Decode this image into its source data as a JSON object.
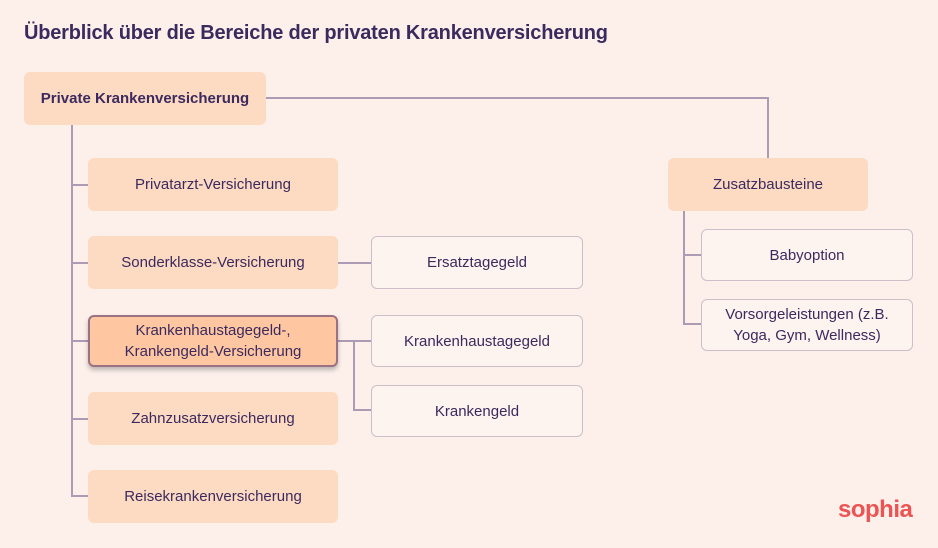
{
  "title": "Überblick über die Bereiche der privaten Krankenversicherung",
  "root": "Private Krankenversicherung",
  "left": [
    "Privatarzt-Versicherung",
    "Sonderklasse-Versicherung",
    "Krankenhaustagegeld-, Krankengeld-Versicherung",
    "Zahnzusatzversicherung",
    "Reisekrankenversicherung"
  ],
  "sub": {
    "ersatz": "Ersatztagegeld",
    "khtg": "Krankenhaustagegeld",
    "kg": "Krankengeld"
  },
  "zusatz": {
    "title": "Zusatzbausteine",
    "items": [
      "Babyoption",
      "Vorsorgeleistungen (z.B. Yoga, Gym, Wellness)"
    ]
  },
  "logo": "sophia"
}
